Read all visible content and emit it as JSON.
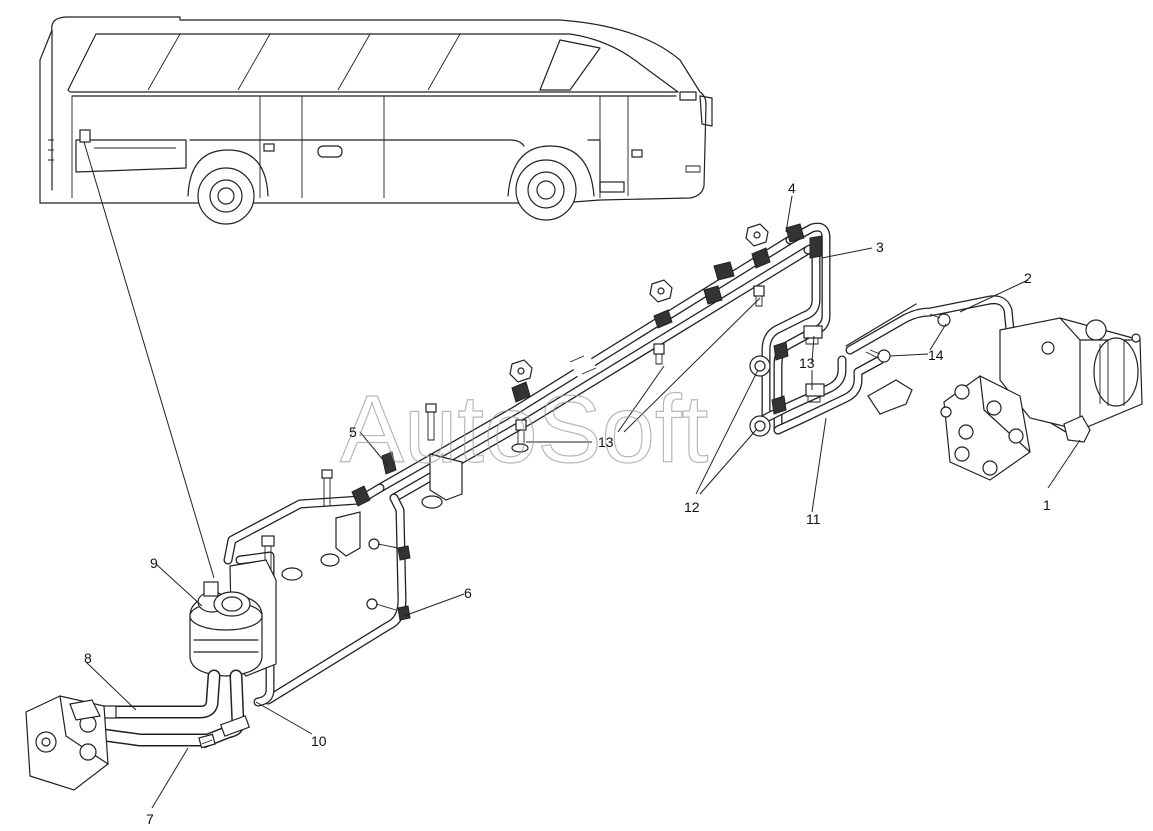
{
  "watermark": "AutoSoft",
  "callouts": {
    "c1": "1",
    "c2": "2",
    "c3": "3",
    "c4": "4",
    "c5": "5",
    "c6": "6",
    "c7": "7",
    "c8": "8",
    "c9": "9",
    "c10": "10",
    "c11": "11",
    "c12": "12",
    "c13a": "13",
    "c13b": "13",
    "c14": "14"
  }
}
